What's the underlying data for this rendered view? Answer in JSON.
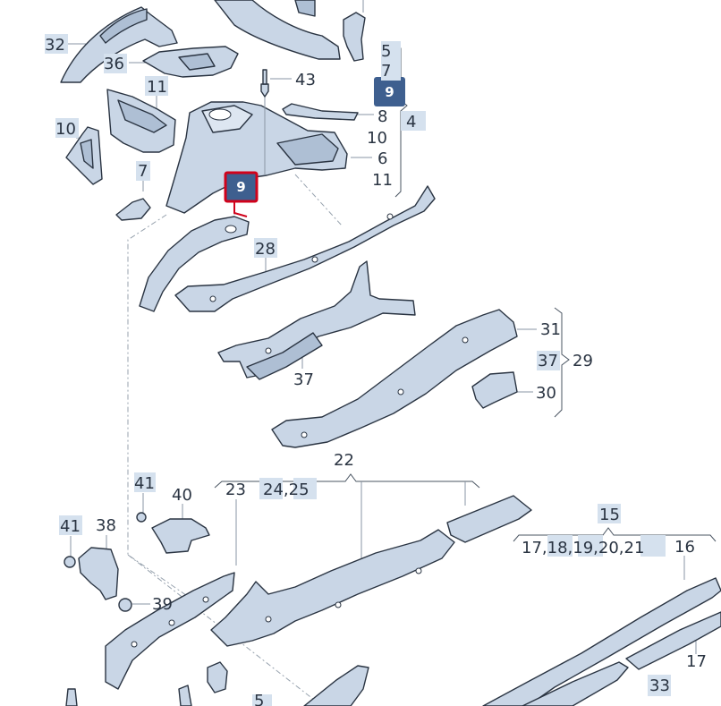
{
  "colors": {
    "part_fill": "#c9d6e6",
    "outline": "#2a3442",
    "label_bg": "#d5e1ee",
    "badge": "#3e5f8f",
    "highlight": "#d0021b"
  },
  "badges": [
    {
      "name": "badge-9-top",
      "text": "9"
    },
    {
      "name": "badge-9-selected",
      "text": "9"
    }
  ],
  "labels": [
    {
      "name": "label-32",
      "text": "32"
    },
    {
      "name": "label-36",
      "text": "36"
    },
    {
      "name": "label-11-top",
      "text": "11"
    },
    {
      "name": "label-43",
      "text": "43"
    },
    {
      "name": "label-5-top",
      "text": "5"
    },
    {
      "name": "label-7-right",
      "text": "7"
    },
    {
      "name": "label-10-left",
      "text": "10"
    },
    {
      "name": "label-8",
      "text": "8"
    },
    {
      "name": "label-4",
      "text": "4"
    },
    {
      "name": "label-10-right",
      "text": "10"
    },
    {
      "name": "label-7-left",
      "text": "7"
    },
    {
      "name": "label-6",
      "text": "6"
    },
    {
      "name": "label-11-right",
      "text": "11"
    },
    {
      "name": "label-28",
      "text": "28"
    },
    {
      "name": "label-31",
      "text": "31"
    },
    {
      "name": "label-37-right",
      "text": "37"
    },
    {
      "name": "label-29",
      "text": "29"
    },
    {
      "name": "label-30",
      "text": "30"
    },
    {
      "name": "label-37",
      "text": "37"
    },
    {
      "name": "label-22",
      "text": "22"
    },
    {
      "name": "label-23",
      "text": "23"
    },
    {
      "name": "label-24-25",
      "text": "24,25"
    },
    {
      "name": "label-41-upper",
      "text": "41"
    },
    {
      "name": "label-40",
      "text": "40"
    },
    {
      "name": "label-41-lower",
      "text": "41"
    },
    {
      "name": "label-38",
      "text": "38"
    },
    {
      "name": "label-39",
      "text": "39"
    },
    {
      "name": "label-15",
      "text": "15"
    },
    {
      "name": "label-17-21",
      "text": "17,18,19,20,21"
    },
    {
      "name": "label-16",
      "text": "16"
    },
    {
      "name": "label-17-right",
      "text": "17"
    },
    {
      "name": "label-33",
      "text": "33"
    },
    {
      "name": "label-5-bottom",
      "text": "5"
    }
  ]
}
